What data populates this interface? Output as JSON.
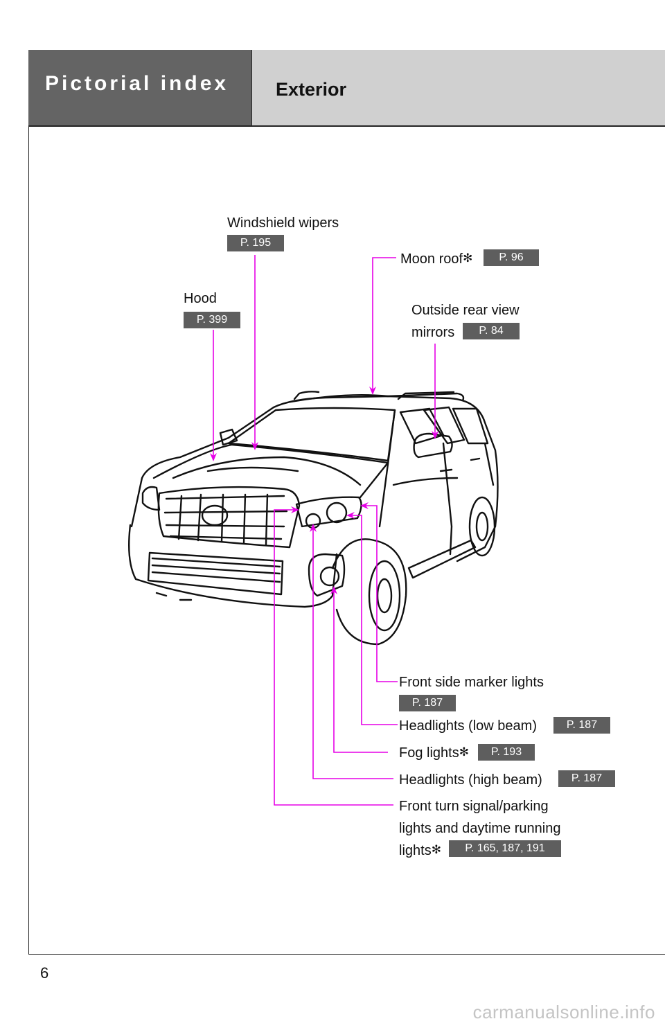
{
  "header": {
    "section": "Pictorial index",
    "subsection": "Exterior"
  },
  "callouts": {
    "windshield_wipers": {
      "label": "Windshield wipers",
      "ref": "P. 195"
    },
    "moon_roof": {
      "label": "Moon roof",
      "mark": "✻",
      "ref": "P. 96"
    },
    "hood": {
      "label": "Hood",
      "ref": "P. 399"
    },
    "mirrors": {
      "label_line1": "Outside rear view",
      "label_line2": "mirrors",
      "ref": "P. 84"
    },
    "front_side_marker": {
      "label": "Front side marker lights",
      "ref": "P. 187"
    },
    "headlights_low": {
      "label": "Headlights (low beam)",
      "ref": "P. 187"
    },
    "fog_lights": {
      "label": "Fog lights",
      "mark": "✻",
      "ref": "P. 193"
    },
    "headlights_high": {
      "label": "Headlights (high beam)",
      "ref": "P. 187"
    },
    "turn_signal": {
      "label_line1": "Front turn signal/parking",
      "label_line2": "lights and daytime running",
      "label_line3": "lights",
      "mark": "✻",
      "ref": "P. 165, 187, 191"
    }
  },
  "page_number": "6",
  "watermark": "carmanualsonline.info",
  "colors": {
    "leader": "#e600e6",
    "ref_badge": "#5e5e5e",
    "header_dark": "#646464",
    "header_light": "#d0d0d0"
  }
}
